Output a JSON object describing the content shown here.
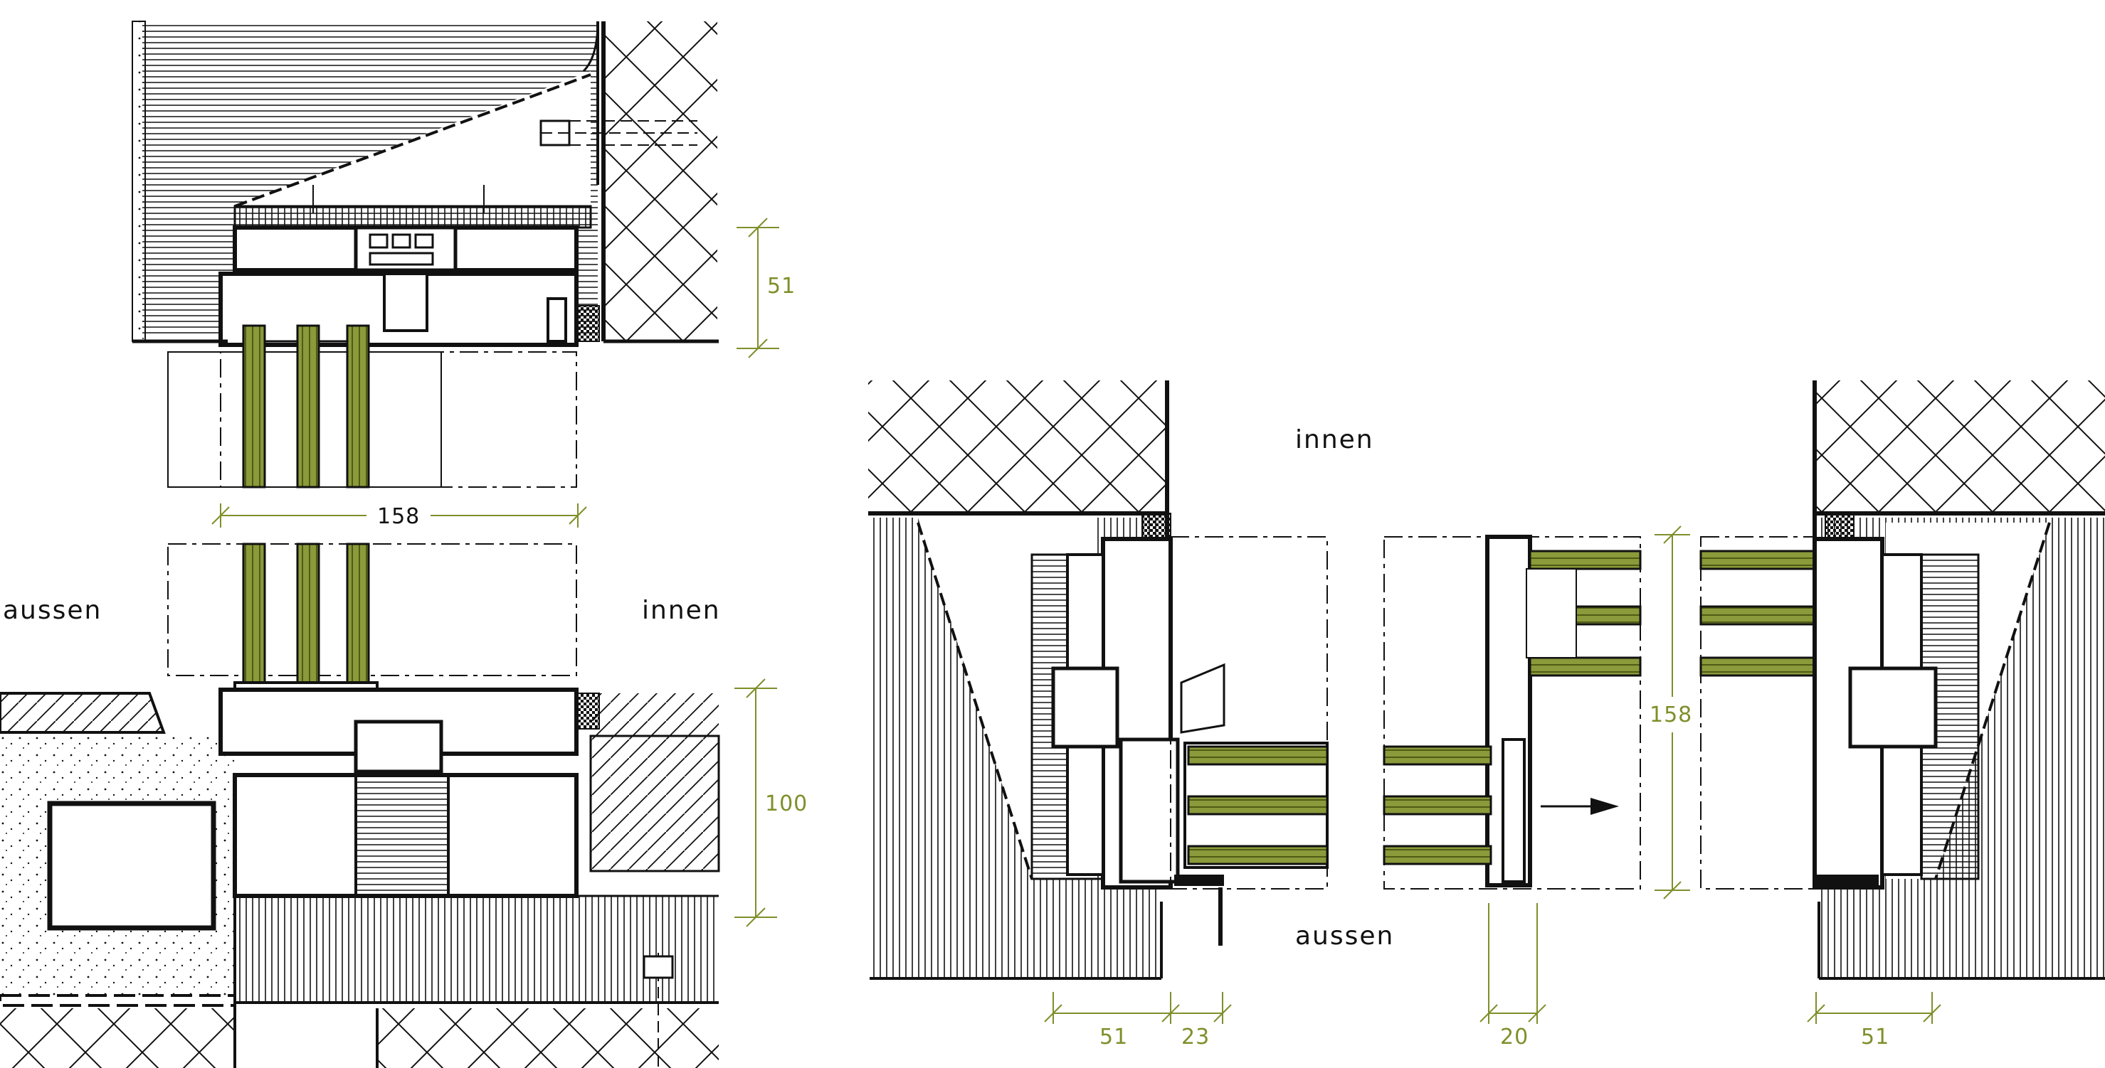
{
  "colors": {
    "line": "#111111",
    "dimension": "#7f8f2a",
    "glass": "#8b9a3a",
    "glass_dark": "#4f5b14",
    "background": "#ffffff"
  },
  "labels": {
    "left_outside": "aussen",
    "left_inside": "innen",
    "plan_inside": "innen",
    "plan_outside": "aussen"
  },
  "dimensions": {
    "head_height": "51",
    "frame_depth": "158",
    "sill_height": "100",
    "jamb_left": "51",
    "sash_offset": "23",
    "sash_profile": "20",
    "plan_height": "158",
    "jamb_right": "51"
  },
  "annotations": {
    "slide_arrow": "arrow-right-icon"
  }
}
